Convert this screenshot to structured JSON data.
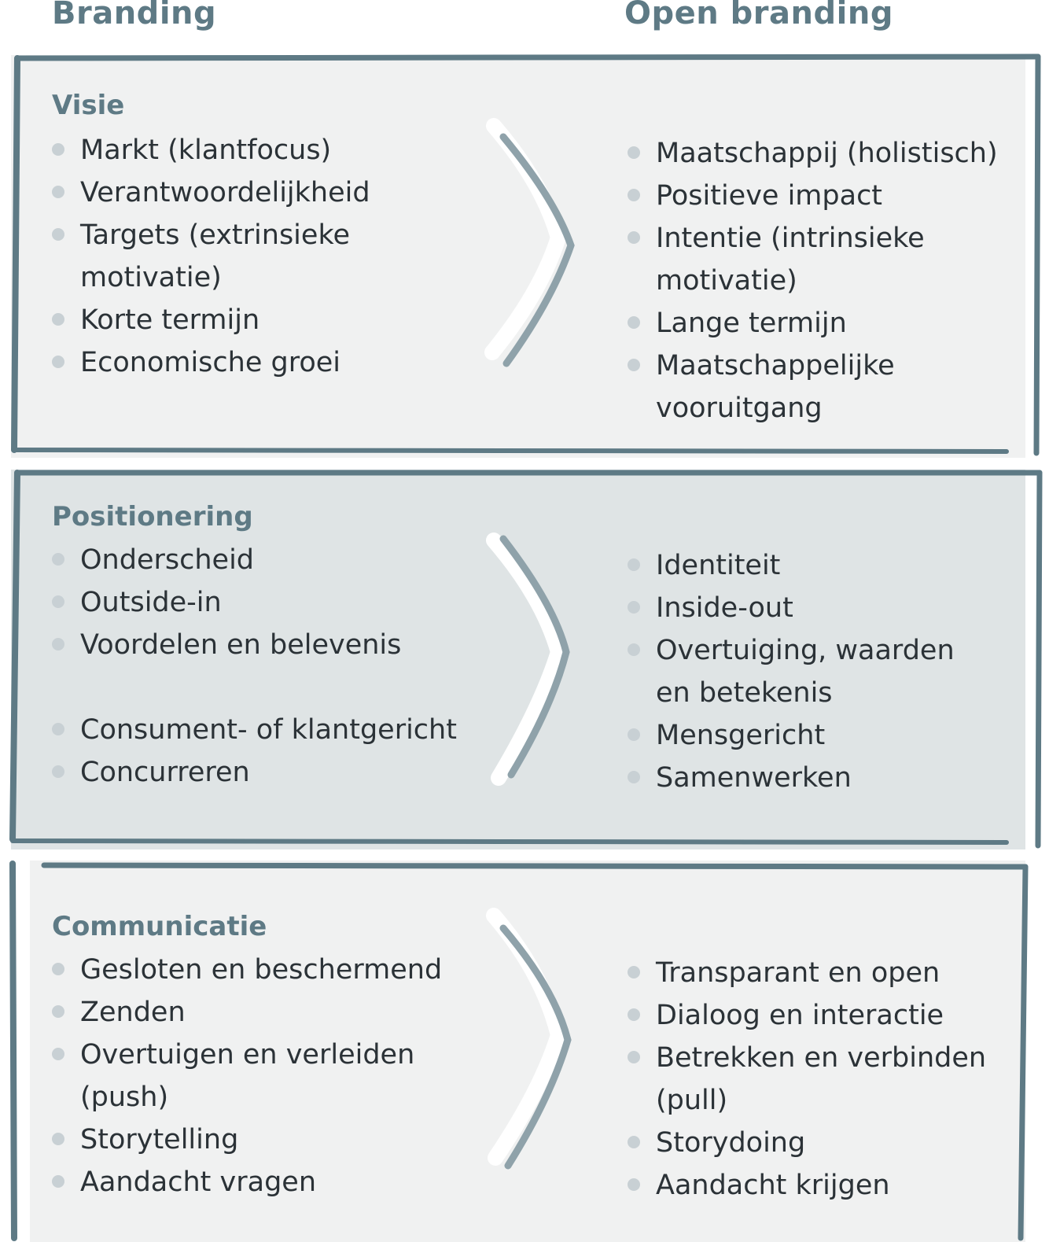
{
  "headers": {
    "left": "Branding",
    "right": "Open branding"
  },
  "sections": [
    {
      "title": "Visie",
      "left": [
        "Markt (klantfocus)",
        "Verantwoordelijkheid",
        "Targets (extrinsieke",
        "motivatie)",
        "Korte termijn",
        "Economische groei"
      ],
      "right": [
        "Maatschappij (holistisch)",
        "Positieve impact",
        "Intentie (intrinsieke",
        "motivatie)",
        "Lange termijn",
        "Maatschappelijke",
        "vooruitgang"
      ]
    },
    {
      "title": "Positionering",
      "left": [
        "Onderscheid",
        "Outside-in",
        "Voordelen en belevenis",
        "",
        "Consument- of klantgericht",
        "Concurreren"
      ],
      "right": [
        "Identiteit",
        "Inside-out",
        "Overtuiging, waarden",
        "en betekenis",
        "Mensgericht",
        "Samenwerken"
      ]
    },
    {
      "title": "Communicatie",
      "left": [
        "Gesloten en beschermend",
        "Zenden",
        "Overtuigen en verleiden",
        "(push)",
        "Storytelling",
        "Aandacht vragen"
      ],
      "right": [
        "Transparant en open",
        "Dialoog en interactie",
        "Betrekken en verbinden",
        "(pull)",
        "Storydoing",
        "Aandacht krijgen"
      ]
    }
  ]
}
